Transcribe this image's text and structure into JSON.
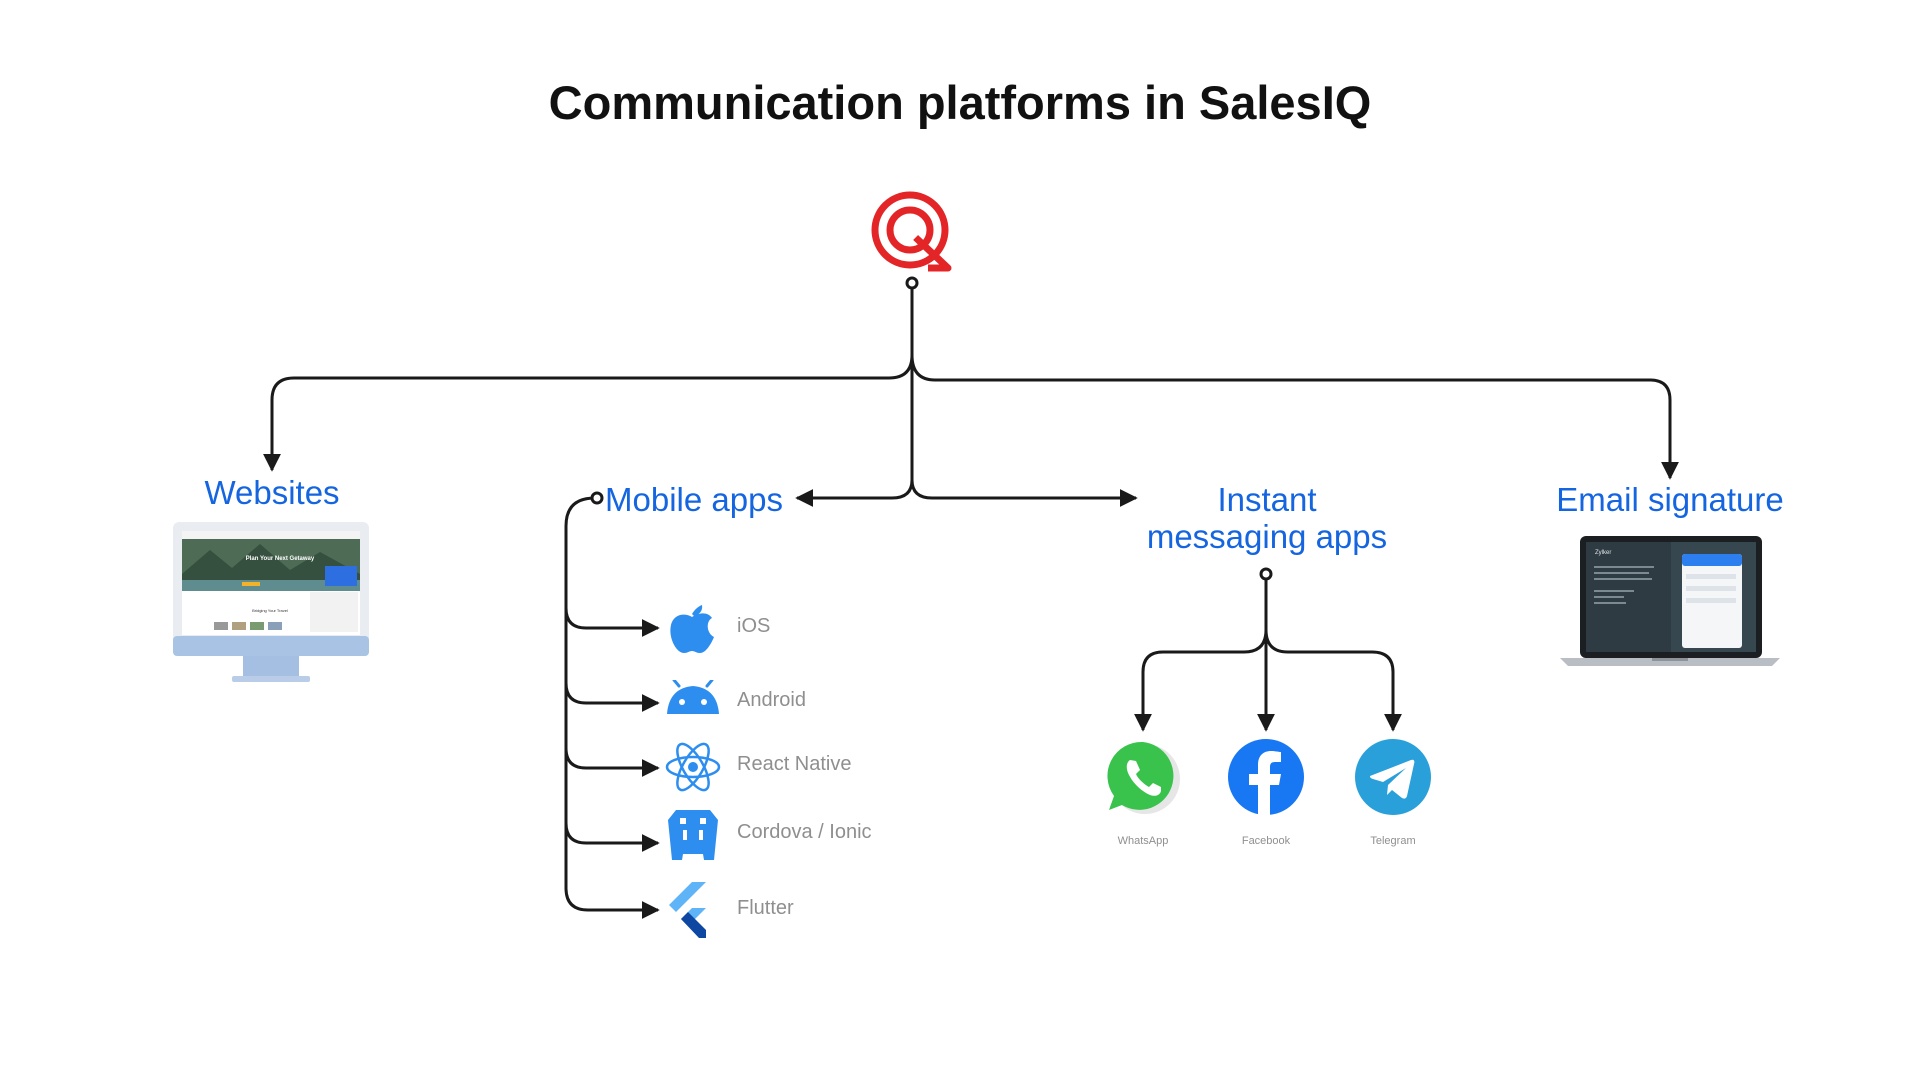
{
  "title": "Communication platforms in SalesIQ",
  "logo_icon": "salesiq-logo-icon",
  "categories": {
    "websites": "Websites",
    "mobile_apps": "Mobile apps",
    "instant_messaging": [
      "Instant",
      "messaging apps"
    ],
    "email_signature": "Email signature"
  },
  "mobile_platforms": [
    {
      "label": "iOS",
      "icon": "apple-icon"
    },
    {
      "label": "Android",
      "icon": "android-icon"
    },
    {
      "label": "React Native",
      "icon": "react-icon"
    },
    {
      "label": "Cordova / Ionic",
      "icon": "cordova-icon"
    },
    {
      "label": "Flutter",
      "icon": "flutter-icon"
    }
  ],
  "messaging_apps": [
    {
      "label": "WhatsApp",
      "icon": "whatsapp-icon"
    },
    {
      "label": "Facebook",
      "icon": "facebook-icon"
    },
    {
      "label": "Telegram",
      "icon": "telegram-icon"
    }
  ],
  "website_preview": {
    "heading": "Plan Your Next Getaway",
    "subheading": "Bridging Your Travel"
  },
  "email_preview": {
    "brand": "Zylker"
  },
  "colors": {
    "accent": "#1565e0",
    "logo": "#e42527",
    "lines": "#1a1a1a",
    "muted_text": "#8f8f8f"
  }
}
